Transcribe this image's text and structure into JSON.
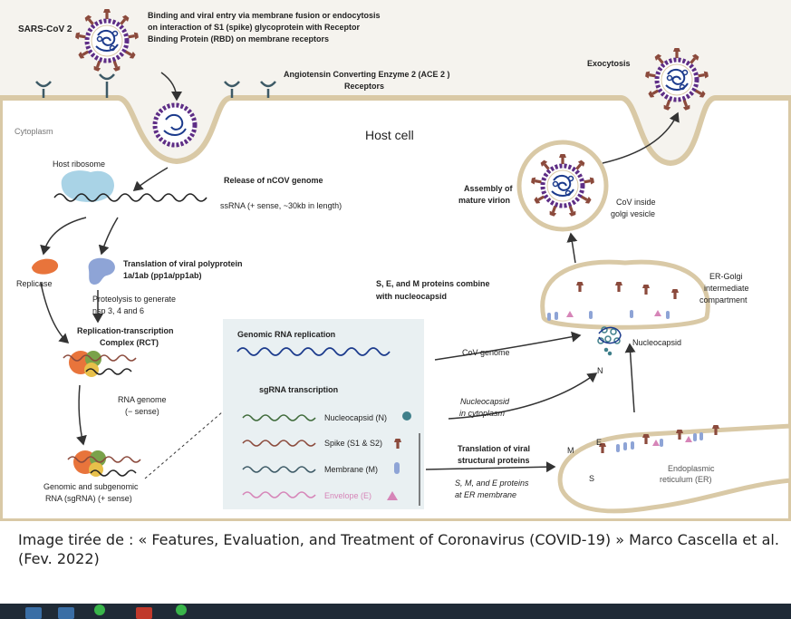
{
  "labels": {
    "sars": "SARS-CoV 2",
    "entry1": "Binding and viral entry via membrane fusion or endocytosis",
    "entry2": "on interaction of S1 (spike) glycoprotein with Receptor",
    "entry3": "Binding Protein (RBD) on membrane receptors",
    "ace1": "Angiotensin Converting Enzyme 2 (ACE 2 )",
    "ace2": "Receptors",
    "exocytosis": "Exocytosis",
    "cytoplasm": "Cytoplasm",
    "host_cell": "Host cell",
    "host_ribosome": "Host ribosome",
    "release": "Release of nCOV genome",
    "ssrna": "ssRNA (+ sense, ~30kb in length)",
    "assembly1": "Assembly of",
    "assembly2": "mature virion",
    "golgi1": "CoV inside",
    "golgi2": "golgi vesicle",
    "replicase": "Replicase",
    "translation1": "Translation of viral polyprotein",
    "translation2": "1a/1ab (pp1a/pp1ab)",
    "proteolysis1": "Proteolysis to generate",
    "proteolysis2": "nsp 3, 4 and 6",
    "sem1": "S, E, and M proteins combine",
    "sem2": "with nucleocapsid",
    "ergic1": "ER-Golgi",
    "ergic2": "intermediate",
    "ergic3": "compartment",
    "rct1": "Replication-transcription",
    "rct2": "Complex (RCT)",
    "genomic_rep": "Genomic RNA replication",
    "cov_genome": "CoV genome",
    "nucleocapsid": "Nucleocapsid",
    "n_letter": "N",
    "rna_genome1": "RNA genome",
    "rna_genome2": "(− sense)",
    "sgrna": "sgRNA transcription",
    "nuc_n": "Nucleocapsid (N)",
    "nuc_cyto1": "Nucleocapsid",
    "nuc_cyto2": "in cytoplasm",
    "spike": "Spike (S1 & S2)",
    "trans_struct1": "Translation of viral",
    "trans_struct2": "structural proteins",
    "membrane": "Membrane (M)",
    "sme1": "S, M, and E proteins",
    "sme2": "at ER membrane",
    "envelope": "Envelope (E)",
    "m_letter": "M",
    "e_letter": "E",
    "s_letter": "S",
    "er1": "Endoplasmic",
    "er2": "reticulum (ER)",
    "sub1": "Genomic and subgenomic",
    "sub2": "RNA (sgRNA) (+ sense)"
  },
  "caption": "Image tirée de : « Features, Evaluation, and Treatment of Coronavirus (COVID-19) » Marco Cascella et al. (Fev. 2022)",
  "colors": {
    "membrane": "#d9c9a6",
    "cell_fill": "#ffffff",
    "outside": "#f5f3ee",
    "spike": "#8b4a3c",
    "virus_ring": "#5e2e86",
    "rna_blue": "#1b3a8c",
    "panel": "#e9f0f2",
    "replicase": "#e8743b",
    "polyprotein": "#8ea4d6",
    "ribosome": "#a9d3e6",
    "envelope": "#d685b8",
    "nucleocapsid_dot": "#3f7f8a"
  }
}
